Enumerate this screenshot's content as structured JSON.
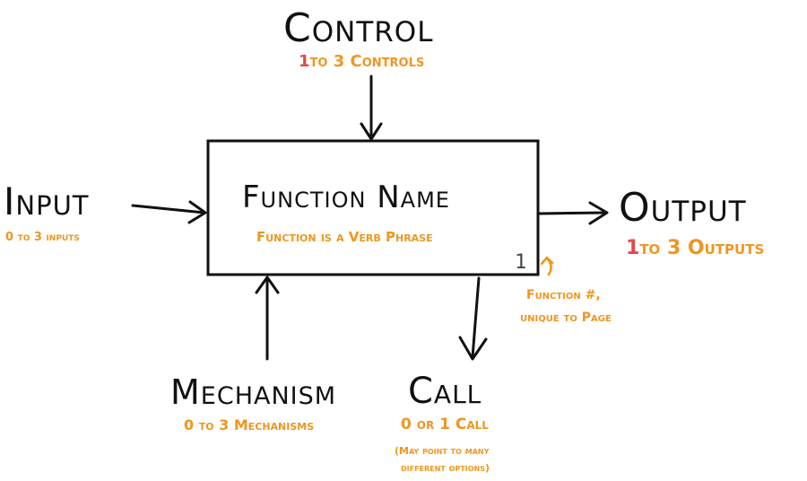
{
  "function": {
    "title": "Function Name",
    "note": "Function is a Verb Phrase",
    "number": "1",
    "number_note_line1": "Function #,",
    "number_note_line2": "unique to Page"
  },
  "control": {
    "title": "Control",
    "note_count": "1",
    "note_rest": "to 3 Controls"
  },
  "input": {
    "title": "Input",
    "note": "0 to 3 inputs"
  },
  "output": {
    "title": "Output",
    "note_count": "1",
    "note_rest": "to 3 Outputs"
  },
  "mechanism": {
    "title": "Mechanism",
    "note": "0 to 3 Mechanisms"
  },
  "call": {
    "title": "Call",
    "note": "0 or 1 Call",
    "paren_line1": "(May point to many",
    "paren_line2": "different options)"
  },
  "colors": {
    "note_orange": "#f0961e",
    "count_red": "#e8474a",
    "ink": "#111111"
  }
}
